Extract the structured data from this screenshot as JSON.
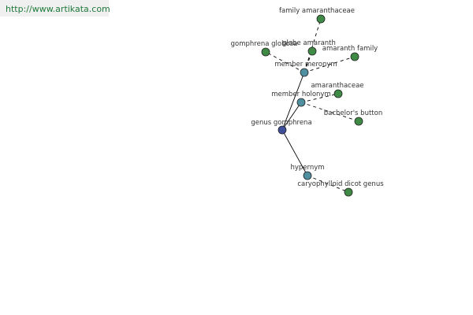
{
  "watermark": "http://www.artikata.com",
  "colors": {
    "center": "#3f4f9b",
    "relation": "#4f8fa0",
    "leaf": "#3f8a45",
    "edge": "#000000"
  },
  "graph": {
    "center": {
      "id": "genus-gomphrena",
      "label": "genus gomphrena"
    },
    "relations": [
      {
        "id": "member-meronym",
        "label": "member meronym"
      },
      {
        "id": "member-holonym",
        "label": "member holonym"
      },
      {
        "id": "hypernym",
        "label": "hypernym"
      }
    ],
    "leaves": [
      {
        "id": "family-amaranthaceae",
        "label": "family amaranthaceae",
        "relation": "member-meronym"
      },
      {
        "id": "globe-amaranth",
        "label": "globe amaranth",
        "relation": "member-meronym"
      },
      {
        "id": "gomphrena-globosa",
        "label": "gomphrena globosa",
        "relation": "member-meronym"
      },
      {
        "id": "amaranth-family",
        "label": "amaranth family",
        "relation": "member-meronym"
      },
      {
        "id": "amaranthaceae",
        "label": "amaranthaceae",
        "relation": "member-holonym"
      },
      {
        "id": "bachelors-button",
        "label": "bachelor's button",
        "relation": "member-holonym"
      },
      {
        "id": "caryophylloid-dicot-genus",
        "label": "caryophylloid dicot genus",
        "relation": "hypernym"
      }
    ]
  }
}
